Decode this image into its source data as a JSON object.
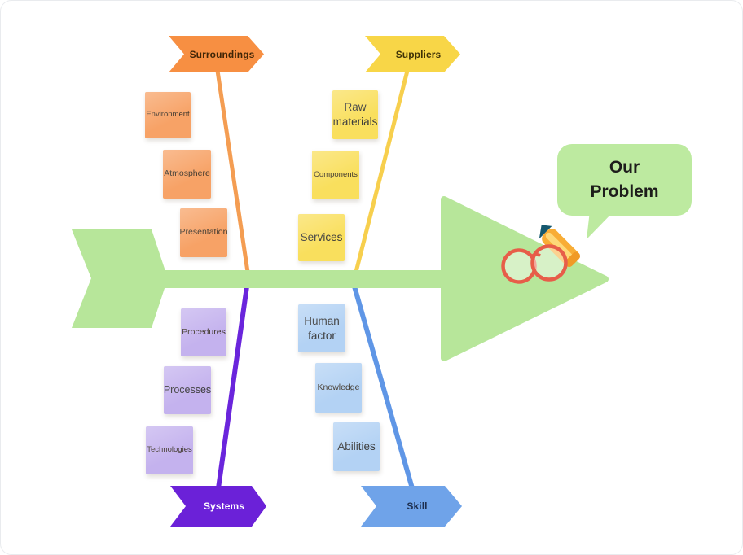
{
  "problem_bubble": {
    "label": "Our Problem",
    "color": "#bdeaa0",
    "text_color": "#1d1d1b"
  },
  "spine": {
    "color": "#b7e69a"
  },
  "branches": [
    {
      "name": "Surroundings",
      "arrow_color": "#f78f42",
      "label_color": "#3f2506",
      "line_color": "#f49d52",
      "note_color": "#f7a266",
      "notes": [
        "Environment",
        "Atmosphere",
        "Presentation"
      ]
    },
    {
      "name": "Suppliers",
      "arrow_color": "#f8d647",
      "label_color": "#3f3206",
      "line_color": "#f7cf4d",
      "note_color": "#f9df5d",
      "notes": [
        "Raw materials",
        "Components",
        "Services"
      ]
    },
    {
      "name": "Systems",
      "arrow_color": "#6b21d8",
      "label_color": "#ffffff",
      "line_color": "#6a25dc",
      "note_color": "#c4b2ee",
      "notes": [
        "Procedures",
        "Processes",
        "Technologies"
      ]
    },
    {
      "name": "Skill",
      "arrow_color": "#6fa3e9",
      "label_color": "#1e2f4f",
      "line_color": "#5f96e6",
      "note_color": "#b3d2f4",
      "notes": [
        "Human factor",
        "Knowledge",
        "Abilities"
      ]
    }
  ],
  "stickers": {
    "glasses": {
      "name": "glasses",
      "frame_color": "#e75d49",
      "lens_color": "rgba(255,255,255,0.45)"
    },
    "pencil": {
      "name": "pencil",
      "body_color": "#f8ad36",
      "stripe_color": "#fdd878",
      "cap_color": "#f09a26",
      "tip_color": "#15586e"
    }
  }
}
